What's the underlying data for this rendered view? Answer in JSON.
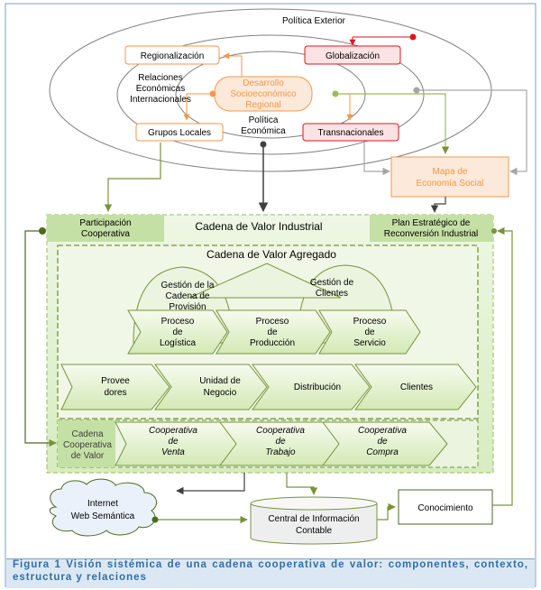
{
  "context": {
    "outer": "Política Exterior",
    "regionalizacion": "Regionalización",
    "globalizacion": "Globalización",
    "relaciones": [
      "Relaciones",
      "Económicas",
      "Internacionales"
    ],
    "desarrollo": [
      "Desarrollo",
      "Socioeconómico",
      "Regional"
    ],
    "politica_economica": [
      "Política",
      "Económica"
    ],
    "grupos_locales": "Grupos Locales",
    "transnacionales": "Transnacionales",
    "mapa": [
      "Mapa de",
      "Economía Social"
    ]
  },
  "industrial": {
    "title": "Cadena de Valor Industrial",
    "participacion": [
      "Participación",
      "Cooperativa"
    ],
    "plan": [
      "Plan Estratégico de",
      "Reconversión Industrial"
    ]
  },
  "agregado": {
    "title": "Cadena de Valor Agregado",
    "gestion_provision": [
      "Gestión de la",
      "Cadena de",
      "Provisión"
    ],
    "gestion_clientes": [
      "Gestión de",
      "Clientes"
    ],
    "procesos": [
      [
        "Proceso",
        "de",
        "Logística"
      ],
      [
        "Proceso",
        "de",
        "Producción"
      ],
      [
        "Proceso",
        "de",
        "Servicio"
      ]
    ],
    "flujo": [
      [
        "Provee",
        "dores"
      ],
      [
        "Unidad de",
        "Negocio"
      ],
      [
        "Distribución"
      ],
      [
        "Clientes"
      ]
    ]
  },
  "cooperativa": {
    "label": [
      "Cadena",
      "Cooperativa",
      "de Valor"
    ],
    "items": [
      [
        "Cooperativa",
        "de",
        "Venta"
      ],
      [
        "Cooperativa",
        "de",
        "Trabajo"
      ],
      [
        "Cooperativa",
        "de",
        "Compra"
      ]
    ]
  },
  "bottom": {
    "internet": [
      "Internet",
      "Web Semántica"
    ],
    "central": [
      "Central de Información",
      "Contable"
    ],
    "conocimiento": "Conocimiento"
  },
  "caption": "Figura 1 Visión sistémica de una cadena cooperativa de valor: componentes, contexto, estructura y relaciones",
  "colors": {
    "orange": "#f79646",
    "red": "#e0141e",
    "green": "#77933c",
    "dark": "#404040",
    "caption": "#2f6fa8"
  }
}
